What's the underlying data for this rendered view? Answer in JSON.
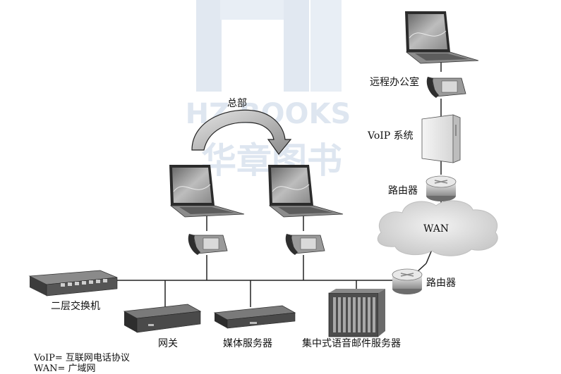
{
  "watermark": {
    "text": "HZ BOOKS",
    "subtext": "华章图书"
  },
  "labels": {
    "headquarters": "总部",
    "remote_office": "远程办公室",
    "voip_system": "VoIP 系统",
    "router_top": "路由器",
    "wan": "WAN",
    "router_bottom": "路由器",
    "switch": "二层交换机",
    "gateway": "网关",
    "media_server": "媒体服务器",
    "voicemail_server": "集中式语音邮件服务器"
  },
  "legend": {
    "voip": "VoIP= 互联网电话协议",
    "wan": "WAN= 广域网"
  },
  "colors": {
    "line": "#222222",
    "device_dark": "#3a3a3a",
    "device_mid": "#7a7a7a",
    "device_light": "#cfcfcf",
    "cloud": "#dcdcdc",
    "watermark": "#c9d6e6"
  }
}
